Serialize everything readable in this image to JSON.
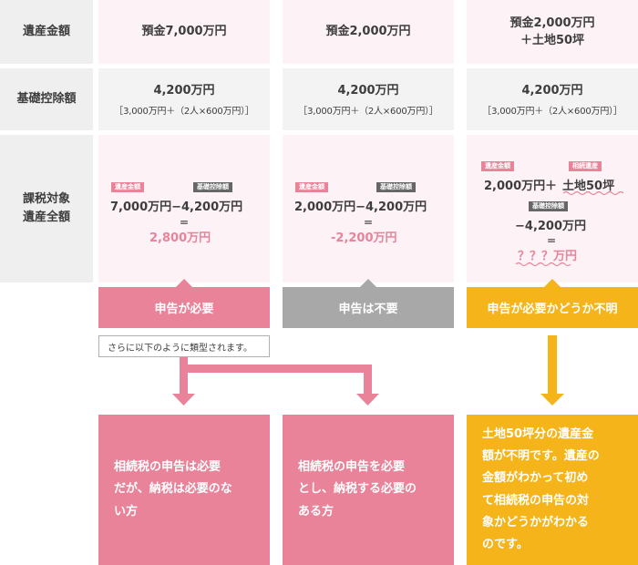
{
  "rows": {
    "estate_label": "遺産金額",
    "deduction_label": "基礎控除額",
    "taxable_label_line1": "課税対象",
    "taxable_label_line2": "遺産全額"
  },
  "columns": [
    {
      "estate_line1": "預金7,000万円",
      "deduction": "4,200万円",
      "deduction_detail": "［3,000万円＋（2人×600万円）］",
      "tag_estate": "遺産金額",
      "tag_deduction": "基礎控除額",
      "formula": "7,000万円−4,200万円",
      "equals": "＝",
      "result": "2,800万円",
      "banner": "申告が必要"
    },
    {
      "estate_line1": "預金2,000万円",
      "deduction": "4,200万円",
      "deduction_detail": "［3,000万円＋（2人×600万円）］",
      "tag_estate": "遺産金額",
      "tag_deduction": "基礎控除額",
      "formula": "2,000万円−4,200万円",
      "equals": "＝",
      "result": "-2,200万円",
      "banner": "申告は不要"
    },
    {
      "estate_line1": "預金2,000万円",
      "estate_line2": "＋土地50坪",
      "deduction": "4,200万円",
      "deduction_detail": "［3,000万円＋（2人×600万円）］",
      "tag_estate": "遺産金額",
      "tag_inherited": "相続遺産",
      "tag_deduction": "基礎控除額",
      "formula_a": "2,000万円",
      "formula_plus": "＋",
      "formula_b": "土地50坪",
      "formula_minus": "−4,200万円",
      "equals": "＝",
      "result": "？？？万円",
      "banner": "申告が必要かどうか不明"
    }
  ],
  "note": "さらに以下のように類型されます。",
  "boxes": {
    "left_lines": [
      "相続税の申告は必要",
      "だが、納税は必要のな",
      "い方"
    ],
    "middle_lines": [
      "相続税の申告を必要",
      "とし、納税する必要の",
      "ある方"
    ],
    "right_lines": [
      "土地50坪分の遺産金",
      "額が不明です。遺産の",
      "金額がわかって初め",
      "て相続税の申告の対",
      "象かどうかがわかる",
      "のです。"
    ]
  },
  "colors": {
    "pink": "#e8839a",
    "gray": "#a8a8a8",
    "yellow": "#f4b41a",
    "light_pink": "#fdf2f5",
    "light_gray": "#efefef"
  }
}
